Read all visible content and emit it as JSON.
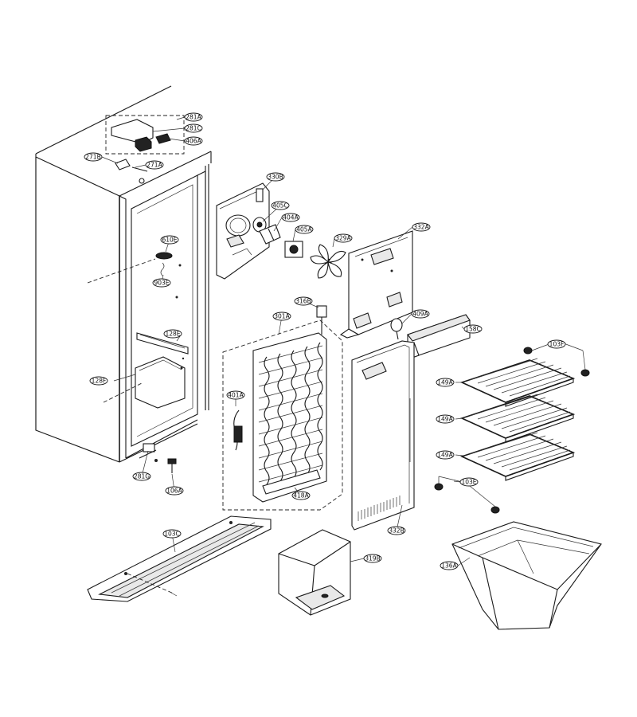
{
  "part_labels": {
    "p281A": "281A",
    "p281C": "281C",
    "p406A": "406A",
    "p271B": "271B",
    "p271A": "271A",
    "p330B": "330B",
    "p405C": "405C",
    "p404A": "404A",
    "p405A": "405A",
    "p329A": "329A",
    "p332A": "332A",
    "p610E": "610E",
    "p903E": "903E",
    "p316B": "316B",
    "p301A": "301A",
    "p409A": "409A",
    "p158C": "158C",
    "p128E": "128E",
    "p103F": "103F",
    "p128F": "128F",
    "p401A": "401A",
    "p149A_1": "149A",
    "p149A_2": "149A",
    "p149A_3": "149A",
    "p103E": "103E",
    "p281G": "281G",
    "p106A": "106A",
    "p418A": "418A",
    "p332B": "332B",
    "p103C": "103C",
    "p319B": "319B",
    "p136A": "136A"
  }
}
